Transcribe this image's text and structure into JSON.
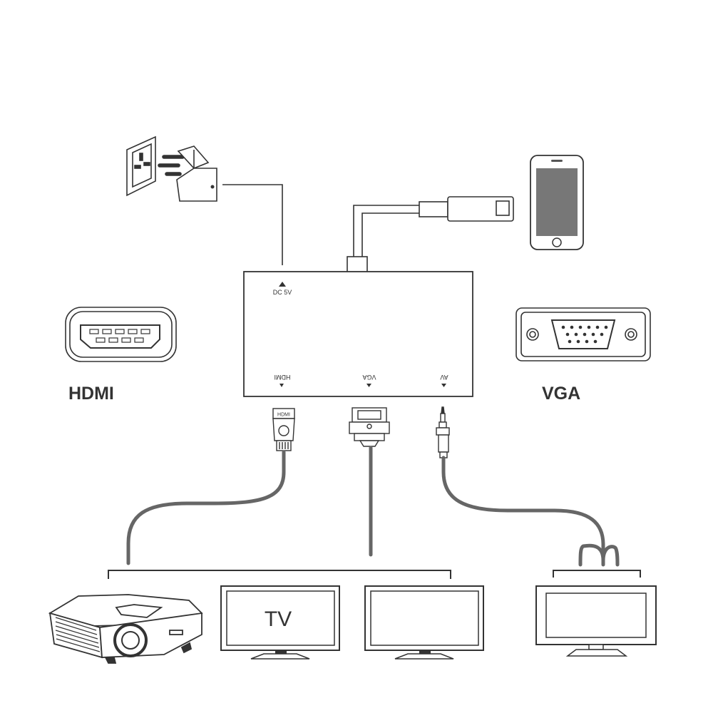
{
  "labels": {
    "dc": "DC 5V",
    "hdmi_port": "HDMI",
    "vga_port": "VGA",
    "av_port": "AV",
    "hdmi_title": "HDMI",
    "vga_title": "VGA",
    "tv": "TV",
    "hdmi_plug": "HDMI"
  },
  "colors": {
    "line": "#333333",
    "cable": "#666666",
    "screen": "#777777"
  },
  "icons": [
    "wall-socket-icon",
    "power-adapter-icon",
    "lightning-plug-icon",
    "smartphone-icon",
    "hdmi-connector-icon",
    "vga-connector-icon",
    "hdmi-plug-icon",
    "vga-plug-icon",
    "audio-jack-icon",
    "projector-icon",
    "tv-icon",
    "monitor-icon"
  ]
}
